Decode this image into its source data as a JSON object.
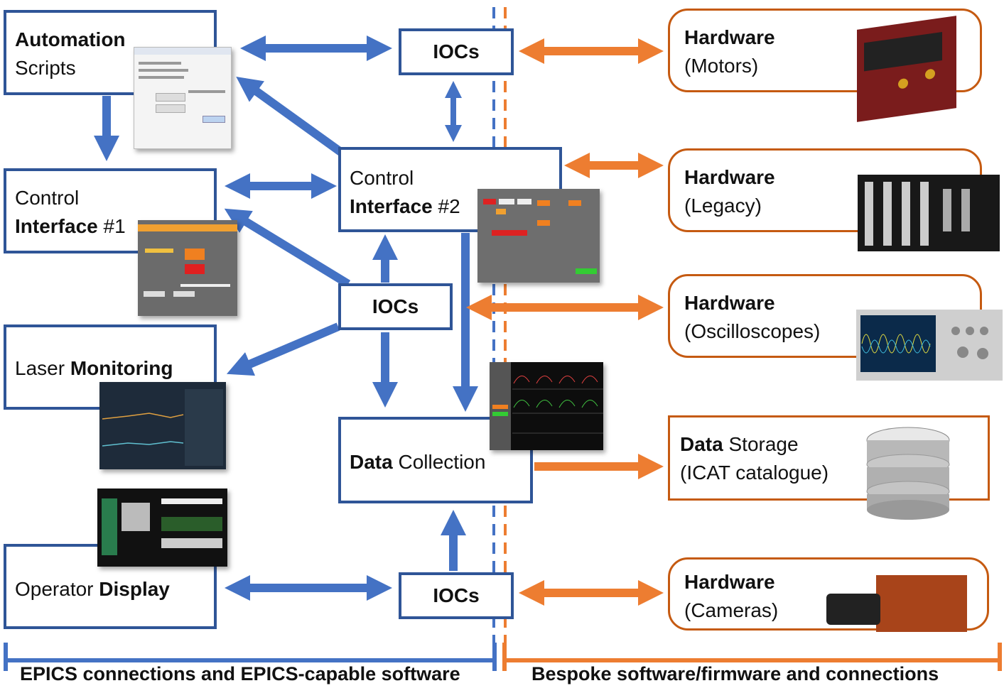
{
  "epics_boxes": {
    "automation": {
      "line1": "Automation",
      "line2": "Scripts"
    },
    "ci1": {
      "line1": "Control",
      "line2_bold": "Interface",
      "line2_rest": " #1"
    },
    "laser": {
      "normal": "Laser ",
      "bold": "Monitoring"
    },
    "operator": {
      "normal": "Operator ",
      "bold": "Display"
    },
    "ci2": {
      "line1": "Control",
      "line2_bold": "Interface",
      "line2_rest": " #2"
    },
    "data_collection": {
      "bold": "Data",
      "normal": " Collection"
    }
  },
  "iocs": {
    "top": "IOCs",
    "middle": "IOCs",
    "bottom": "IOCs"
  },
  "hardware": {
    "motors": {
      "title": "Hardware",
      "sub": "(Motors)"
    },
    "legacy": {
      "title": "Hardware",
      "sub": "(Legacy)"
    },
    "osc": {
      "title": "Hardware",
      "sub": "(Oscilloscopes)"
    },
    "storage": {
      "bold": "Data",
      "normal": " Storage",
      "sub": "(ICAT catalogue)"
    },
    "cameras": {
      "title": "Hardware",
      "sub": "(Cameras)"
    }
  },
  "footer": {
    "left": "EPICS connections and EPICS-capable software",
    "right": "Bespoke software/firmware and connections"
  },
  "colors": {
    "epics": "#4472c4",
    "epics_border": "#2f5597",
    "bespoke": "#ed7d31",
    "bespoke_border": "#c55a11"
  }
}
